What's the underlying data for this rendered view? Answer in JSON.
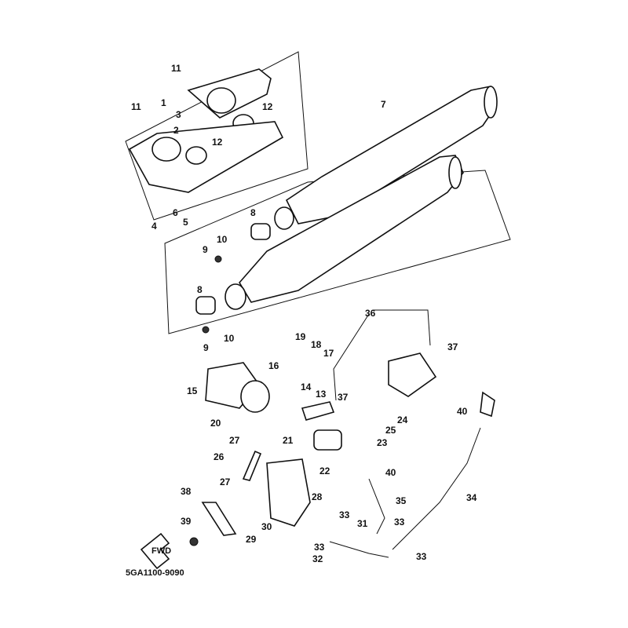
{
  "diagram_code": "5GA1100-9090",
  "fwd_label": "FWD",
  "callouts": [
    "11",
    "1",
    "3",
    "2",
    "12",
    "11",
    "12",
    "7",
    "6",
    "4",
    "5",
    "8",
    "9",
    "10",
    "8",
    "9",
    "10",
    "36",
    "19",
    "18",
    "17",
    "37",
    "16",
    "15",
    "14",
    "13",
    "37",
    "24",
    "25",
    "20",
    "21",
    "23",
    "40",
    "27",
    "26",
    "22",
    "40",
    "27",
    "28",
    "35",
    "34",
    "38",
    "33",
    "31",
    "33",
    "39",
    "30",
    "29",
    "33",
    "32",
    "33"
  ]
}
